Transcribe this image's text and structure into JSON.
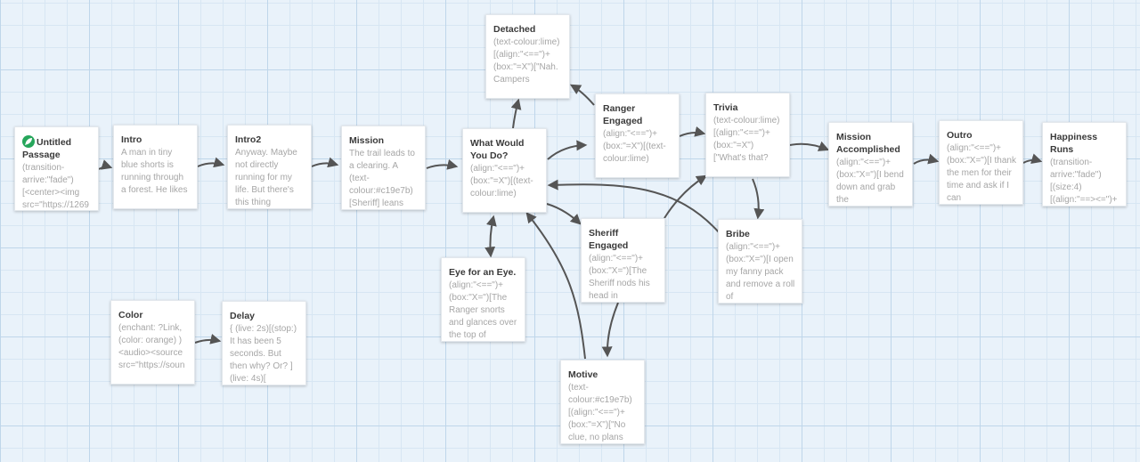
{
  "passages": {
    "untitled": {
      "title": "Untitled Passage",
      "excerpt": "(transition-arrive:\"fade\")[<center><img src=\"https://1269"
    },
    "intro": {
      "title": "Intro",
      "excerpt": "A man in tiny blue shorts is running through a forest. He likes"
    },
    "intro2": {
      "title": "Intro2",
      "excerpt": "Anyway. Maybe not directly running for my life. But there's this thing"
    },
    "mission": {
      "title": "Mission",
      "excerpt": "The trail leads to a clearing. A (text-colour:#c19e7b)[Sheriff] leans"
    },
    "what": {
      "title": "What Would You Do?",
      "excerpt": "(align:\"<==\")+(box:\"=X\")[(text-colour:lime)"
    },
    "detached": {
      "title": "Detached",
      "excerpt": "(text-colour:lime)[(align:\"<==\")+(box:\"=X\")[\"Nah. Campers"
    },
    "ranger": {
      "title": "Ranger Engaged",
      "excerpt": "(align:\"<==\")+(box:\"=X\")[(text-colour:lime)"
    },
    "trivia": {
      "title": "Trivia",
      "excerpt": "(text-colour:lime)[(align:\"<==\")+(box:\"=X\")[\"What's that?"
    },
    "accomplished": {
      "title": "Mission Accomplished",
      "excerpt": "(align:\"<==\")+(box:\"X=\")[I bend down and grab the"
    },
    "outro": {
      "title": "Outro",
      "excerpt": "(align:\"<==\")+(box:\"X=\")[I thank the men for their time and ask if I can"
    },
    "happiness": {
      "title": "Happiness Runs",
      "excerpt": "(transition-arrive:\"fade\")[(size:4)[(align:\"==><=\")+"
    },
    "sheriff": {
      "title": "Sheriff Engaged",
      "excerpt": "(align:\"<==\")+(box:\"X=\")[The Sheriff nods his head in"
    },
    "bribe": {
      "title": "Bribe",
      "excerpt": "(align:\"<==\")+(box:\"X=\")[I open my fanny pack and remove a roll of"
    },
    "eye": {
      "title": "Eye for an Eye.",
      "excerpt": "(align:\"<==\")+(box:\"X=\")[The Ranger snorts and glances over the top of"
    },
    "motive": {
      "title": "Motive",
      "excerpt": "(text-colour:#c19e7b)[(align:\"<==\")+(box:\"=X\")[\"No clue, no plans"
    },
    "color": {
      "title": "Color",
      "excerpt": "(enchant: ?Link, (color: orange) )<audio><source src=\"https://soun"
    },
    "delay": {
      "title": "Delay",
      "excerpt": "{ (live: 2s)[(stop:) It has been 5 seconds. But then why? Or? ] (live: 4s)["
    }
  },
  "colors": {
    "start_icon": "#26a65b",
    "arrow": "#555555",
    "grid_major": "#bfd6ea",
    "grid_minor": "#d7e6f3",
    "background": "#e9f2fa"
  },
  "icons": {
    "start_passage": "rocket-icon"
  }
}
